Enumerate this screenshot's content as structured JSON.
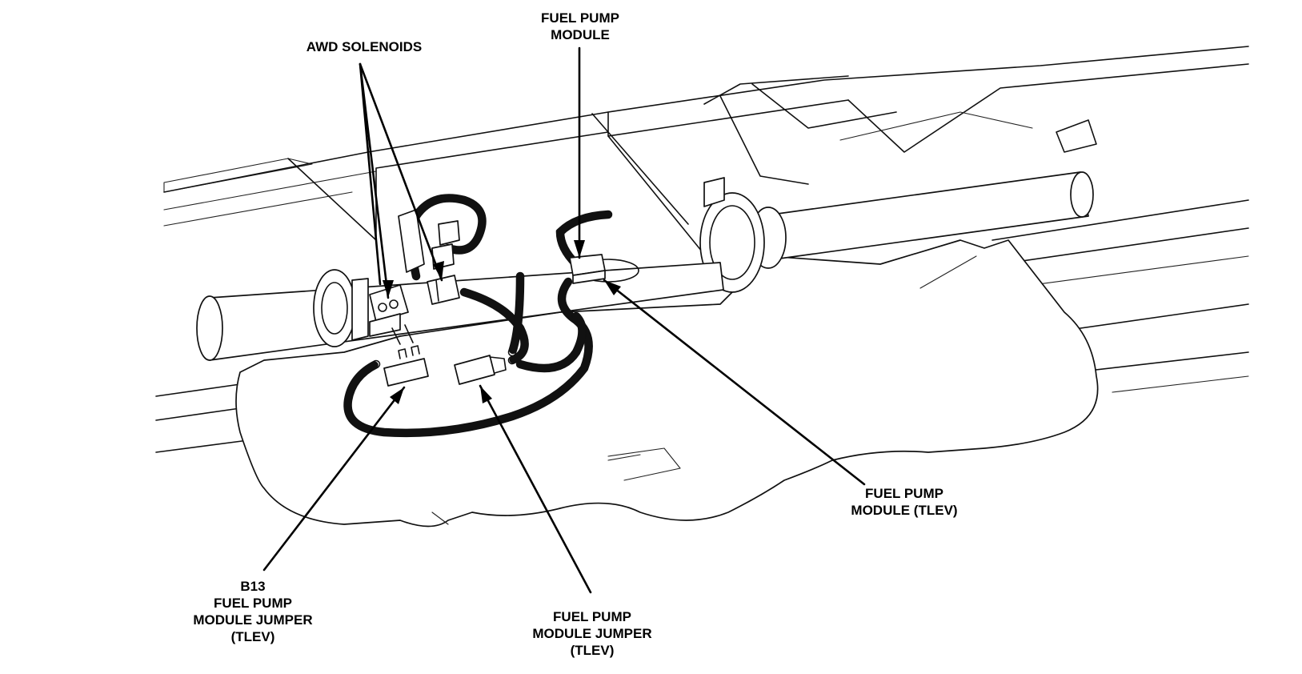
{
  "labels": {
    "awd_solenoids": "AWD SOLENOIDS",
    "fuel_pump_module_top": [
      "FUEL PUMP",
      "MODULE"
    ],
    "fuel_pump_module_tlev": [
      "FUEL PUMP",
      "MODULE (TLEV)"
    ],
    "b13_jumper": [
      "B13",
      "FUEL PUMP",
      "MODULE JUMPER",
      "(TLEV)"
    ],
    "module_jumper_tlev": [
      "FUEL PUMP",
      "MODULE JUMPER",
      "(TLEV)"
    ]
  },
  "colors": {
    "ink": "#111111",
    "paper": "#ffffff"
  }
}
